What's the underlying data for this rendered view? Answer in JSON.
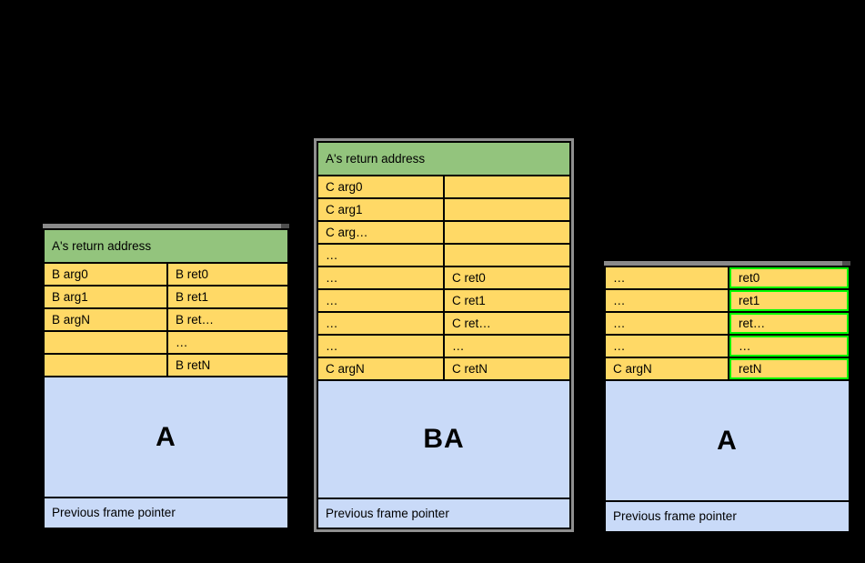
{
  "colors": {
    "canvas_black": "#000000",
    "header_green": "#93c47d",
    "cell_yellow": "#ffd966",
    "frame_blue": "#c9daf8",
    "highlight_green": "#00ff00",
    "selection_gray": "#8a8a8a",
    "selection_gray_light": "#8f8f8f"
  },
  "stacks": {
    "left": {
      "header": "A's return address",
      "rows": [
        {
          "l": "B arg0",
          "r": "B ret0"
        },
        {
          "l": "B arg1",
          "r": "B ret1"
        },
        {
          "l": "B argN",
          "r": "B ret…"
        },
        {
          "l": "",
          "r": "…"
        },
        {
          "l": "",
          "r": "B retN"
        }
      ],
      "frame_label": "A",
      "footer": "Previous frame pointer"
    },
    "middle": {
      "header": "A's return address",
      "rows": [
        {
          "l": "C arg0",
          "r": ""
        },
        {
          "l": "C arg1",
          "r": ""
        },
        {
          "l": "C arg…",
          "r": ""
        },
        {
          "l": "…",
          "r": ""
        },
        {
          "l": "…",
          "r": "C ret0"
        },
        {
          "l": "…",
          "r": "C ret1"
        },
        {
          "l": "…",
          "r": "C ret…"
        },
        {
          "l": "…",
          "r": "…"
        },
        {
          "l": "C argN",
          "r": "C retN"
        }
      ],
      "frame_label": "BA",
      "footer": "Previous frame pointer"
    },
    "right": {
      "rows": [
        {
          "l": "…",
          "r": "ret0"
        },
        {
          "l": "…",
          "r": "ret1"
        },
        {
          "l": "…",
          "r": "ret…"
        },
        {
          "l": "…",
          "r": "…"
        },
        {
          "l": "C argN",
          "r": "retN"
        }
      ],
      "frame_label": "A",
      "footer": "Previous frame pointer"
    }
  }
}
